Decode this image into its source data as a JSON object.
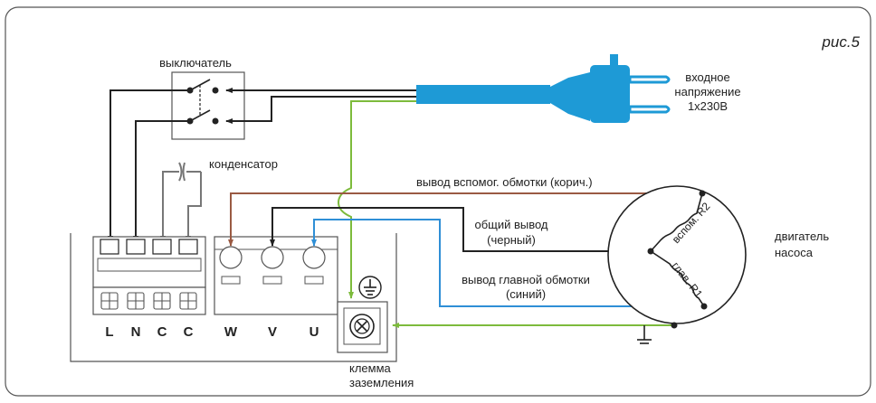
{
  "figure": {
    "label": "рис.5"
  },
  "labels": {
    "switch": "выключатель",
    "capacitor": "конденсатор",
    "input_voltage": [
      "входное",
      "напряжение",
      "1x230В"
    ],
    "aux_winding_lead": "вывод вспомог. обмотки (корич.)",
    "common_lead": [
      "общий вывод",
      "(черный)"
    ],
    "main_winding_lead": [
      "вывод главной обмотки",
      "(синий)"
    ],
    "pump_motor": [
      "двигатель",
      "насоса"
    ],
    "ground_terminal": [
      "клемма",
      "заземления"
    ],
    "aux_coil": "вспом. R2",
    "main_coil": "глав. R1"
  },
  "terminals": {
    "block1": [
      "L",
      "N",
      "C",
      "C"
    ],
    "block2": [
      "W",
      "V",
      "U"
    ]
  },
  "symbols": {
    "ground": "⏚"
  },
  "colors": {
    "line": "#222222",
    "brown": "#9a5a43",
    "blue": "#2f8fd6",
    "green": "#7dbb3c",
    "gray": "#777777",
    "plug": "#1e9ad6",
    "frame": "#555555"
  }
}
